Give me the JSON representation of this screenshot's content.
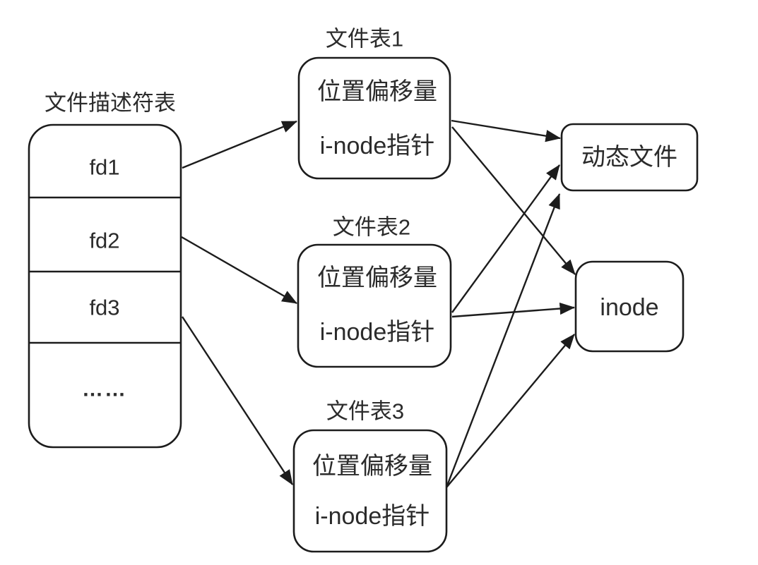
{
  "diagram": {
    "colors": {
      "background": "#ffffff",
      "stroke": "#1c1c1c",
      "text": "#2b2b2b"
    },
    "fd_table": {
      "title": "文件描述符表",
      "rows": [
        {
          "label": "fd1"
        },
        {
          "label": "fd2"
        },
        {
          "label": "fd3"
        },
        {
          "label": "……"
        }
      ]
    },
    "file_tables": [
      {
        "title": "文件表1",
        "fields": [
          "位置偏移量",
          "i-node指针"
        ]
      },
      {
        "title": "文件表2",
        "fields": [
          "位置偏移量",
          "i-node指针"
        ]
      },
      {
        "title": "文件表3",
        "fields": [
          "位置偏移量",
          "i-node指针"
        ]
      }
    ],
    "nodes": {
      "dynamic_file": {
        "label": "动态文件"
      },
      "inode": {
        "label": "inode"
      }
    },
    "edges": [
      {
        "from": "fd1",
        "to": "文件表1"
      },
      {
        "from": "fd2",
        "to": "文件表2"
      },
      {
        "from": "fd3",
        "to": "文件表3"
      },
      {
        "from": "文件表1",
        "to": "动态文件"
      },
      {
        "from": "文件表1",
        "to": "inode"
      },
      {
        "from": "文件表2",
        "to": "动态文件"
      },
      {
        "from": "文件表2",
        "to": "inode"
      },
      {
        "from": "文件表3",
        "to": "动态文件"
      },
      {
        "from": "文件表3",
        "to": "inode"
      }
    ]
  }
}
